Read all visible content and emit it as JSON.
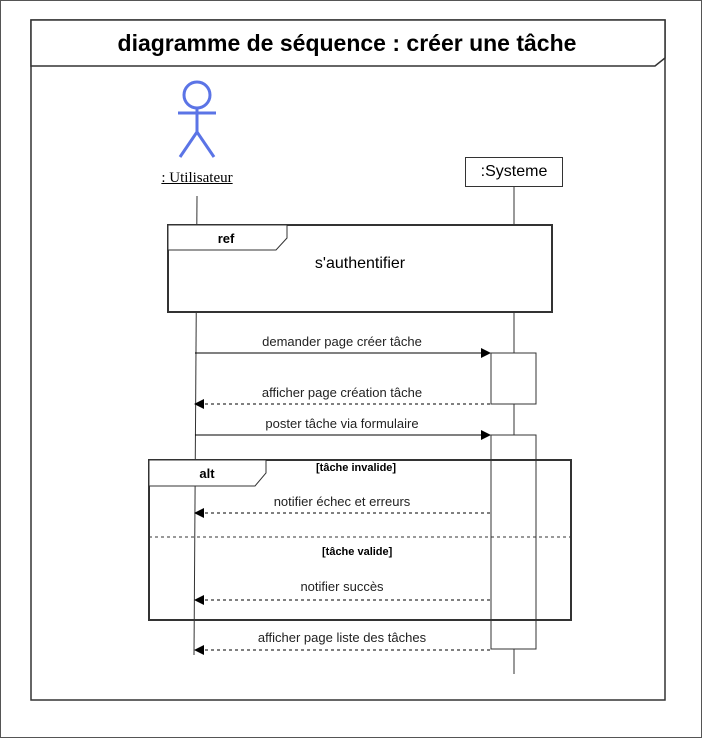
{
  "title": "diagramme de séquence : créer une tâche",
  "actor": {
    "label": ": Utilisateur",
    "icon": "stick-figure-icon",
    "color": "#5b74e6"
  },
  "system": {
    "label": ":Systeme"
  },
  "ref_fragment": {
    "tag": "ref",
    "text": "s'authentifier"
  },
  "alt_fragment": {
    "tag": "alt",
    "guards": [
      "[tâche invalide]",
      "[tâche valide]"
    ]
  },
  "messages": [
    {
      "label": "demander page créer tâche",
      "type": "sync"
    },
    {
      "label": "afficher page création tâche",
      "type": "return"
    },
    {
      "label": "poster tâche via formulaire",
      "type": "sync"
    },
    {
      "label": "notifier échec et erreurs",
      "type": "return"
    },
    {
      "label": "notifier succès",
      "type": "return"
    },
    {
      "label": "afficher page liste des tâches",
      "type": "return"
    }
  ]
}
